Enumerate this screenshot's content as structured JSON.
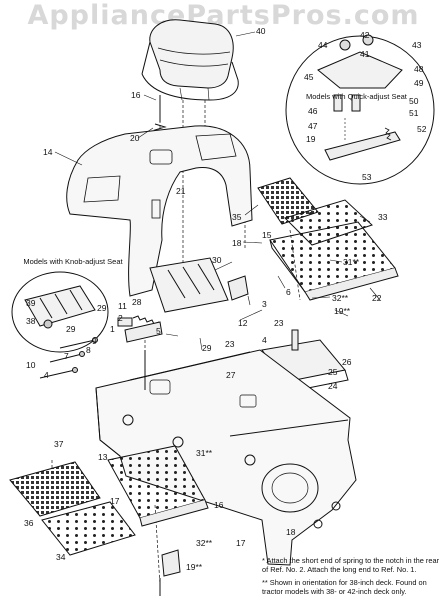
{
  "watermark": "AppliancePartsPros.com",
  "callouts": {
    "quick_adjust": "Models with Quick-adjust Seat",
    "knob_adjust": "Models with Knob-adjust Seat"
  },
  "notes": {
    "star": "* Attach the short end of spring to the notch in the rear of Ref. No. 2. Attach the long end to Ref. No. 1.",
    "double_star": "** Shown in orientation for 38-inch deck. Found on tractor models with 38- or 42-inch deck only."
  },
  "part_numbers": {
    "p40": "40",
    "p16": "16",
    "p20": "20",
    "p14": "14",
    "p21": "21",
    "p35": "35",
    "p33": "33",
    "p18a": "18",
    "p15": "15",
    "p31a": "31**",
    "p22": "22",
    "p32a": "32**",
    "p19a": "19**",
    "p30": "30",
    "p28": "28",
    "p3": "3",
    "p6": "6",
    "p12": "12",
    "p11": "11",
    "p2": "2",
    "p1": "1",
    "p5": "5",
    "p29a": "29",
    "p29b": "29",
    "p9": "9",
    "p8": "8",
    "p7": "7",
    "p10": "10",
    "p4a": "4",
    "p23a": "23",
    "p23b": "23",
    "p4b": "4",
    "p26": "26",
    "p25": "25",
    "p27": "27",
    "p24": "24",
    "p37": "37",
    "p13": "13",
    "p31b": "31**",
    "p36": "36",
    "p17a": "17",
    "p16b": "16",
    "p34": "34",
    "p32b": "32**",
    "p17b": "17",
    "p19b": "19**",
    "p18b": "18",
    "p39": "39",
    "p38": "38",
    "p29c": "29",
    "p44": "44",
    "p42": "42",
    "p43": "43",
    "p41": "41",
    "p48": "48",
    "p45": "45",
    "p49": "49",
    "p50": "50",
    "p51": "51",
    "p46": "46",
    "p47": "47",
    "p19c": "19",
    "p52": "52",
    "p53": "53"
  }
}
